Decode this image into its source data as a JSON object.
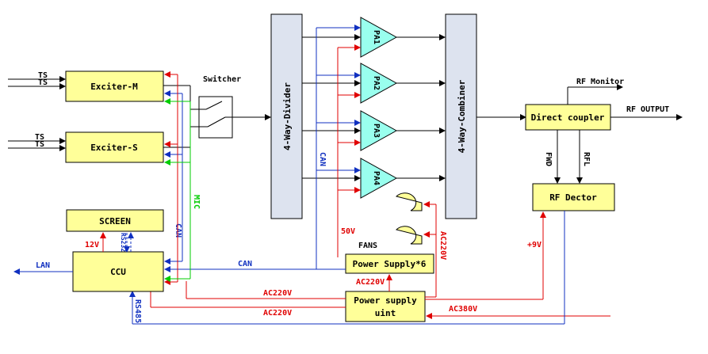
{
  "colors": {
    "block_fill": "#ffff99",
    "divider_fill": "#dde3ef",
    "amp_fill": "#99ffee",
    "red": "#e00000",
    "blue": "#1030c0",
    "green": "#00cc00"
  },
  "blocks": {
    "exciter_m": "Exciter-M",
    "exciter_s": "Exciter-S",
    "switcher": "Switcher",
    "divider": "4-Way-Divider",
    "combiner": "4-Way-Combiner",
    "direct_coupler": "Direct coupler",
    "rf_dector": "RF Dector",
    "screen": "SCREEN",
    "ccu": "CCU",
    "power_supply_6": "Power Supply*6",
    "power_supply_unit_line1": "Power supply",
    "power_supply_unit_line2": "uint"
  },
  "amplifiers": [
    "PA1",
    "PA2",
    "PA3",
    "PA4"
  ],
  "labels": {
    "ts": "TS",
    "rf_monitor": "RF Monitor",
    "rf_output": "RF OUTPUT",
    "fwd": "FWD",
    "rfl": "RFL",
    "fans": "FANS",
    "lan": "LAN",
    "can": "CAN",
    "can_div": "CAN",
    "can_ccu": "CAN",
    "mic": "MIC",
    "rs232": "RS232",
    "rs485": "RS485",
    "v12": "12V",
    "v50": "50V",
    "v9": "+9V",
    "ac220_ps6": "AC220V",
    "ac220_right": "AC220V",
    "ac220_mid": "AC220V",
    "ac220_low": "AC220V",
    "ac380": "AC380V"
  }
}
